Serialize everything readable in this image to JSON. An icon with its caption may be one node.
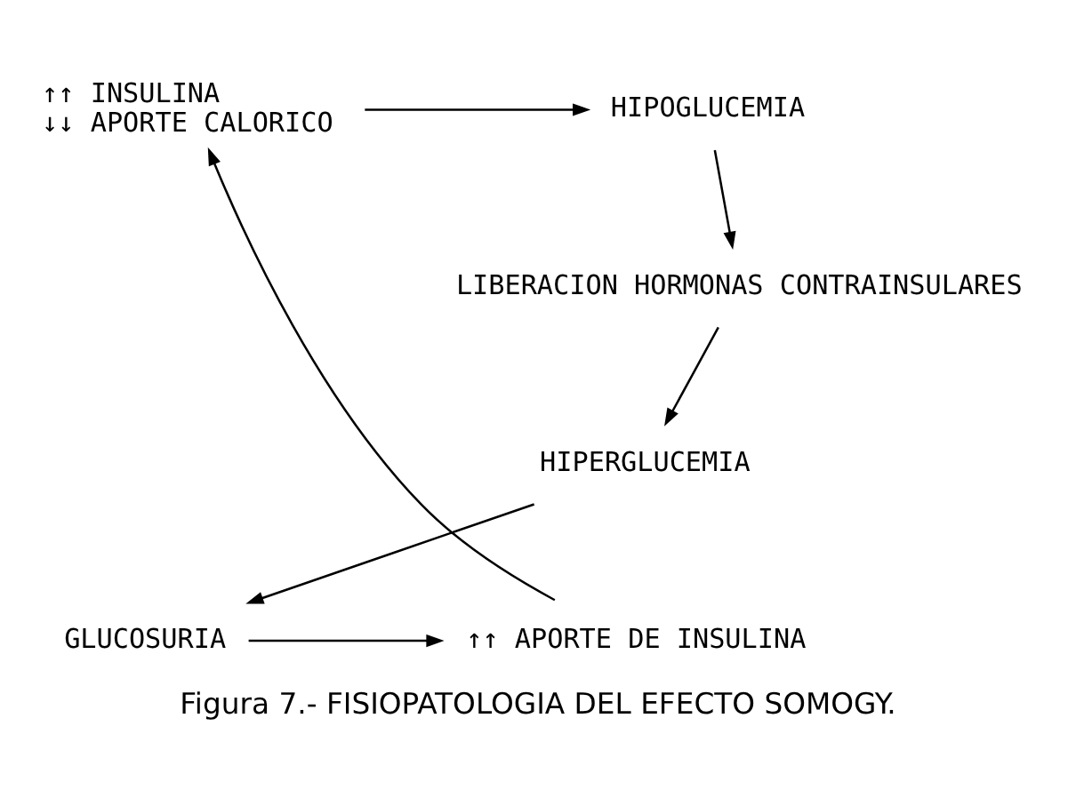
{
  "diagram": {
    "caption": "Figura 7.- FISIOPATOLOGIA DEL EFECTO SOMOGY.",
    "nodes": [
      {
        "text": [
          "↑↑ INSULINA",
          "↓↓ APORTE CALORICO"
        ]
      },
      {
        "text": [
          "HIPOGLUCEMIA"
        ]
      },
      {
        "text": [
          "LIBERACION HORMONAS CONTRAINSULARES"
        ]
      },
      {
        "text": [
          "HIPERGLUCEMIA"
        ]
      },
      {
        "text": [
          "GLUCOSURIA"
        ]
      },
      {
        "text": [
          "↑↑ APORTE DE INSULINA"
        ]
      }
    ],
    "edges": [
      {
        "from": 0,
        "to": 1,
        "arrow": "to"
      },
      {
        "from": 1,
        "to": 2,
        "arrow": "to"
      },
      {
        "from": 2,
        "to": 3,
        "arrow": "to"
      },
      {
        "from": 3,
        "to": 4,
        "arrow": "to"
      },
      {
        "from": 4,
        "to": 5,
        "arrow": "to"
      },
      {
        "from": 5,
        "to": 0,
        "arrow": "to"
      }
    ]
  }
}
